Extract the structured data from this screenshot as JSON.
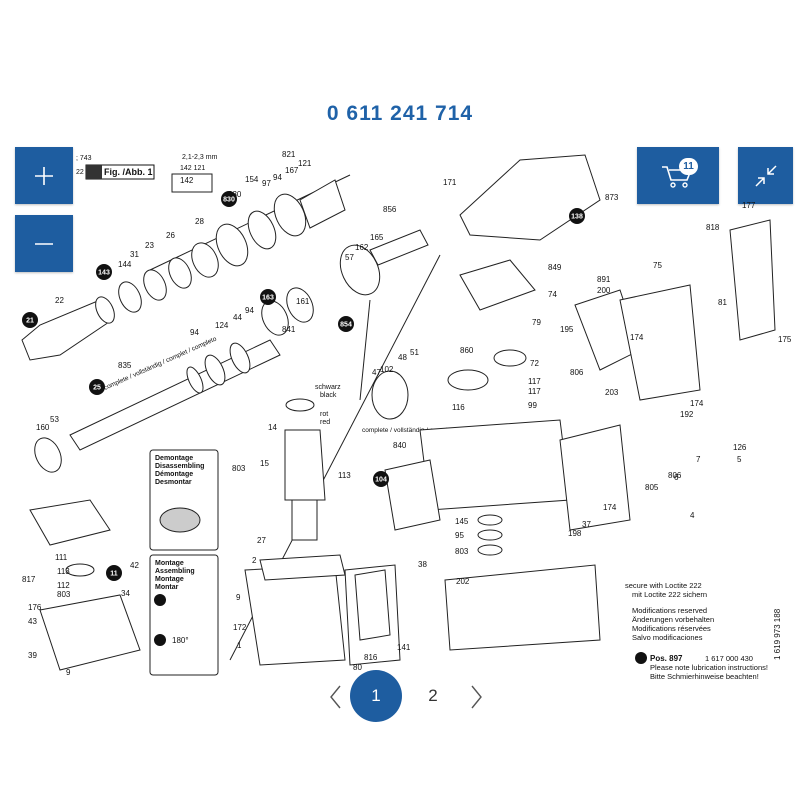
{
  "title": "0 611 241 714",
  "cart": {
    "count": "11"
  },
  "icons": {
    "zoom_in": "plus-icon",
    "zoom_out": "minus-icon",
    "cart": "cart-icon",
    "collapse": "collapse-arrows-icon",
    "prev": "chevron-left-icon",
    "next": "chevron-right-icon"
  },
  "colors": {
    "accent": "#1e5da0",
    "title": "#1f62a8"
  },
  "diagram": {
    "fig_label": "Fig. /Abb. 1",
    "top_left_ref": "; 743",
    "top_left_ref2": "22",
    "dim_label": "2,1-2,3 mm",
    "dim_codes": "142 121",
    "demontage_text": [
      "Demontage",
      "Disassembling",
      "Démontage",
      "Desmontar"
    ],
    "montage_text": [
      "Montage",
      "Assembling",
      "Montage",
      "Montar"
    ],
    "angle": "180°",
    "complete_label": "complete / vollständig / complet / completo",
    "complete_label2": "complete / vollständig / compl et / completo",
    "wire_labels": [
      "schwarz",
      "black",
      "rot",
      "red"
    ],
    "loctite_note": [
      "secure with Loctite 222",
      "mit Loctite 222 sichern"
    ],
    "mods_note": [
      "Modifications reserved",
      "Änderungen vorbehalten",
      "Modifications réservées",
      "Salvo modificaciones"
    ],
    "pos_label": "Pos. 897",
    "pos_code": "1 617 000 430",
    "lube_note": [
      "Please note lubrication instructions!",
      "Bitte Schmierhinweise beachten!"
    ],
    "side_code": "1 619 973 188",
    "plain_numbers": [
      "821",
      "142",
      "167",
      "121",
      "154",
      "97",
      "94",
      "830",
      "28",
      "26",
      "31",
      "23",
      "144",
      "22",
      "856",
      "165",
      "162",
      "57",
      "161",
      "94",
      "44",
      "124",
      "94",
      "841",
      "835",
      "53",
      "160",
      "873",
      "171",
      "849",
      "74",
      "79",
      "891",
      "200",
      "75",
      "195",
      "174",
      "806",
      "860",
      "72",
      "117",
      "117",
      "99",
      "116",
      "102",
      "48",
      "51",
      "47",
      "840",
      "803",
      "14",
      "15",
      "113",
      "27",
      "2",
      "9",
      "172",
      "1",
      "80",
      "816",
      "141",
      "145",
      "95",
      "803",
      "38",
      "202",
      "203",
      "174",
      "192",
      "198",
      "37",
      "174",
      "805",
      "806",
      "7",
      "126",
      "5",
      "6",
      "4",
      "818",
      "81",
      "177",
      "175",
      "111",
      "113",
      "112",
      "803",
      "817",
      "42",
      "34",
      "176",
      "43",
      "39",
      "9"
    ],
    "circled_numbers": [
      "830",
      "143",
      "21",
      "25",
      "163",
      "854",
      "138",
      "104",
      "11"
    ]
  },
  "pager": {
    "pages": [
      "1",
      "2"
    ],
    "current": "1"
  }
}
